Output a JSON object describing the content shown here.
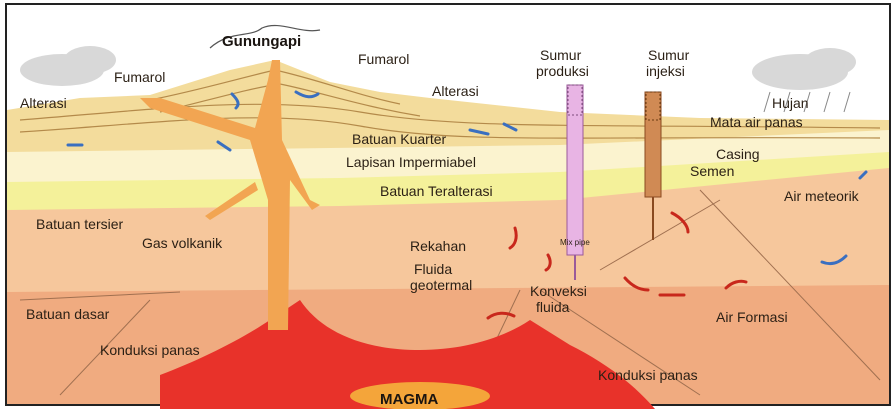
{
  "labels": {
    "gunungapi": "Gunungapi",
    "fumarol_left": "Fumarol",
    "fumarol_right": "Fumarol",
    "alterasi_left": "Alterasi",
    "alterasi_right": "Alterasi",
    "sumur_produksi_1": "Sumur",
    "sumur_produksi_2": "produksi",
    "sumur_injeksi_1": "Sumur",
    "sumur_injeksi_2": "injeksi",
    "hujan": "Hujan",
    "mata_air_panas": "Mata air panas",
    "batuan_kuarter": "Batuan Kuarter",
    "casing": "Casing",
    "lapisan_impermiabel": "Lapisan Impermiabel",
    "semen": "Semen",
    "batuan_teralterasi": "Batuan Teralterasi",
    "air_meteorik": "Air meteorik",
    "batuan_tersier": "Batuan tersier",
    "mix_pipe": "Mix pipe",
    "gas_volkanik": "Gas volkanik",
    "rekahan": "Rekahan",
    "fluida_geotermal_1": "Fluida",
    "fluida_geotermal_2": "geotermal",
    "konveksi_fluida_1": "Konveksi",
    "konveksi_fluida_2": "fluida",
    "batuan_dasar": "Batuan dasar",
    "air_formasi": "Air Formasi",
    "konduksi_panas_left": "Konduksi panas",
    "konduksi_panas_right": "Konduksi panas",
    "magma": "MAGMA"
  },
  "colors": {
    "sky": "#ffffff",
    "cloud": "#d8d8d8",
    "quaternary": "#f3dc9c",
    "impermeable": "#fbf3cf",
    "altered": "#f4f19a",
    "tertiary": "#f6c79c",
    "basement": "#f0ab80",
    "magma": "#e8322a",
    "magma_core": "#f4a53a",
    "conduit": "#f2a552",
    "fluid_arrow": "#c8281c",
    "meteoric_arrow": "#3a6fc0",
    "well_production": "#e8b4e4",
    "well_injection": "#d08a54"
  }
}
